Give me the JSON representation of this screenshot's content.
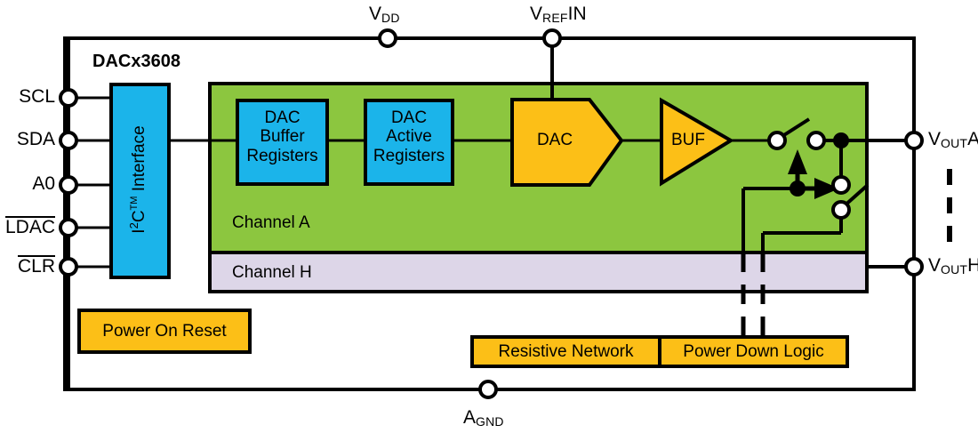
{
  "diagram": {
    "device_title": "DACx3608",
    "colors": {
      "green_channel": "#8CC63F",
      "purple_channel": "#DDD6E8",
      "blue_block": "#1BB4EA",
      "orange_block": "#FCBF17",
      "line": "#000000",
      "background": "#FFFFFF"
    }
  },
  "pins": {
    "left": [
      {
        "name": "SCL",
        "label": "SCL",
        "overline": false
      },
      {
        "name": "SDA",
        "label": "SDA",
        "overline": false
      },
      {
        "name": "A0",
        "label": "A0",
        "overline": false
      },
      {
        "name": "LDAC",
        "label": "LDAC",
        "overline": true
      },
      {
        "name": "CLR",
        "label": "CLR",
        "overline": true
      }
    ],
    "top": [
      {
        "name": "VDD",
        "base": "V",
        "subscript": "DD",
        "tail": ""
      },
      {
        "name": "VREFIN",
        "base": "V",
        "subscript": "REF",
        "tail": "IN"
      }
    ],
    "right": [
      {
        "name": "VOUTA",
        "base": "V",
        "subscript": "OUT",
        "tail": "A"
      },
      {
        "name": "VOUTH",
        "base": "V",
        "subscript": "OUT",
        "tail": "H"
      }
    ],
    "bottom": [
      {
        "name": "AGND",
        "base": "A",
        "subscript": "GND",
        "tail": ""
      }
    ]
  },
  "blocks": {
    "i2c_interface": {
      "base": "I",
      "sup": "2",
      "mid": "C",
      "tm": "TM",
      "tail": " Interface"
    },
    "dac_buffer_registers": {
      "line1": "DAC",
      "line2": "Buffer",
      "line3": "Registers"
    },
    "dac_active_registers": {
      "line1": "DAC",
      "line2": "Active",
      "line3": "Registers"
    },
    "dac": {
      "label": "DAC"
    },
    "buf": {
      "label": "BUF"
    },
    "power_on_reset": {
      "label": "Power On Reset"
    },
    "resistive_network": {
      "label": "Resistive Network"
    },
    "power_down_logic": {
      "label": "Power Down Logic"
    }
  },
  "channels": {
    "channel_a": {
      "label": "Channel A"
    },
    "channel_h": {
      "label": "Channel H"
    }
  }
}
